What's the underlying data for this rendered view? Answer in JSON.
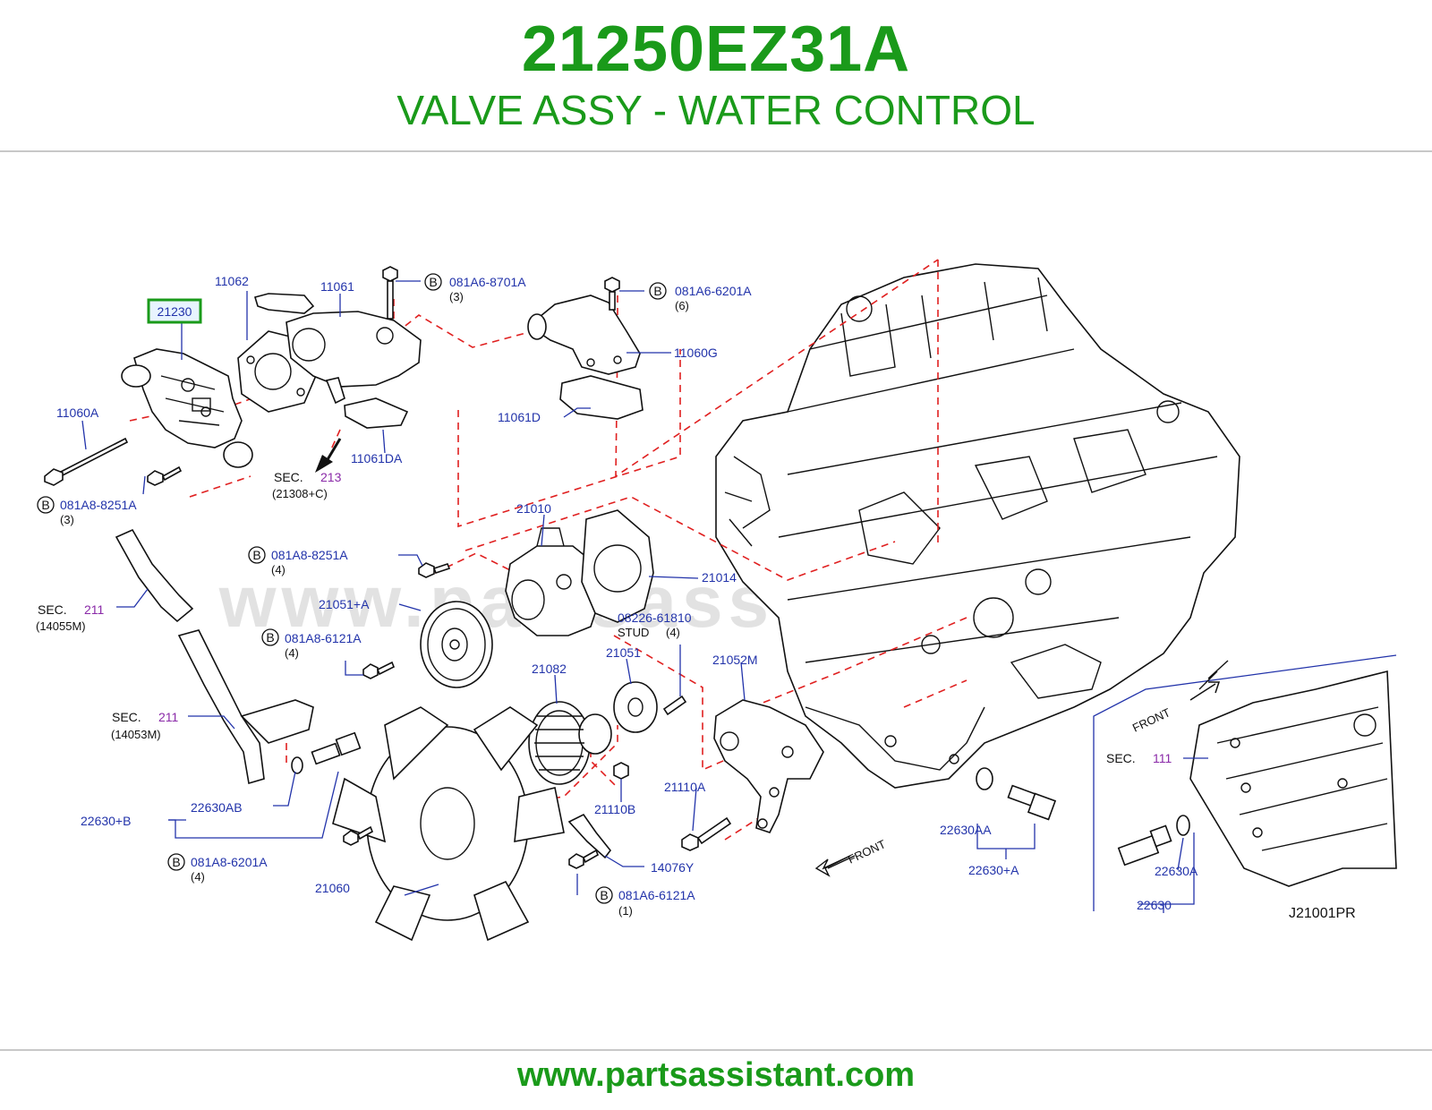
{
  "header": {
    "part_number": "21250EZ31A",
    "description": "VALVE ASSY - WATER CONTROL"
  },
  "footer": {
    "url": "www.partsassistant.com"
  },
  "watermark": "www.partsassistant.com",
  "diagram_code": "J21001PR",
  "colors": {
    "brand_green": "#1a9a1a",
    "callout_blue": "#2233aa",
    "dashed_red": "#e02020",
    "sec_purple": "#8a2aa8"
  },
  "labels": {
    "p21230": "21230",
    "p11062": "11062",
    "p11061": "11061",
    "p081A6_8701A": "081A6-8701A",
    "q3a": "(3)",
    "p081A6_6201A": "081A6-6201A",
    "q6": "(6)",
    "p11060G": "11060G",
    "p11061D": "11061D",
    "p11060A": "11060A",
    "p11061DA": "11061DA",
    "sec": "SEC.",
    "sec213": "213",
    "ref21308": "(21308+C)",
    "p081A8_8251A": "081A8-8251A",
    "q3b": "(3)",
    "p21010": "21010",
    "p081A8_8251A_b": "081A8-8251A",
    "q4a": "(4)",
    "p21014": "21014",
    "sec211a": "211",
    "ref14055": "(14055M)",
    "p21051A": "21051+A",
    "p08226": "08226-61810",
    "stud": "STUD",
    "q4b": "(4)",
    "p081A8_6121A": "081A8-6121A",
    "q4c": "(4)",
    "p21051": "21051",
    "p21052M": "21052M",
    "p21082": "21082",
    "sec211b": "211",
    "ref14053": "(14053M)",
    "p21110A": "21110A",
    "p21110B": "21110B",
    "p22630AB": "22630AB",
    "p22630B": "22630+B",
    "p22630AA": "22630AA",
    "p22630A_plus": "22630+A",
    "p081A8_6201A": "081A8-6201A",
    "q4d": "(4)",
    "p14076Y": "14076Y",
    "p21060": "21060",
    "p081A6_6121A": "081A6-6121A",
    "q1": "(1)",
    "front": "FRONT",
    "front_inset": "FRONT",
    "sec111": "111",
    "p22630A": "22630A",
    "p22630": "22630",
    "circle_b": "B"
  }
}
